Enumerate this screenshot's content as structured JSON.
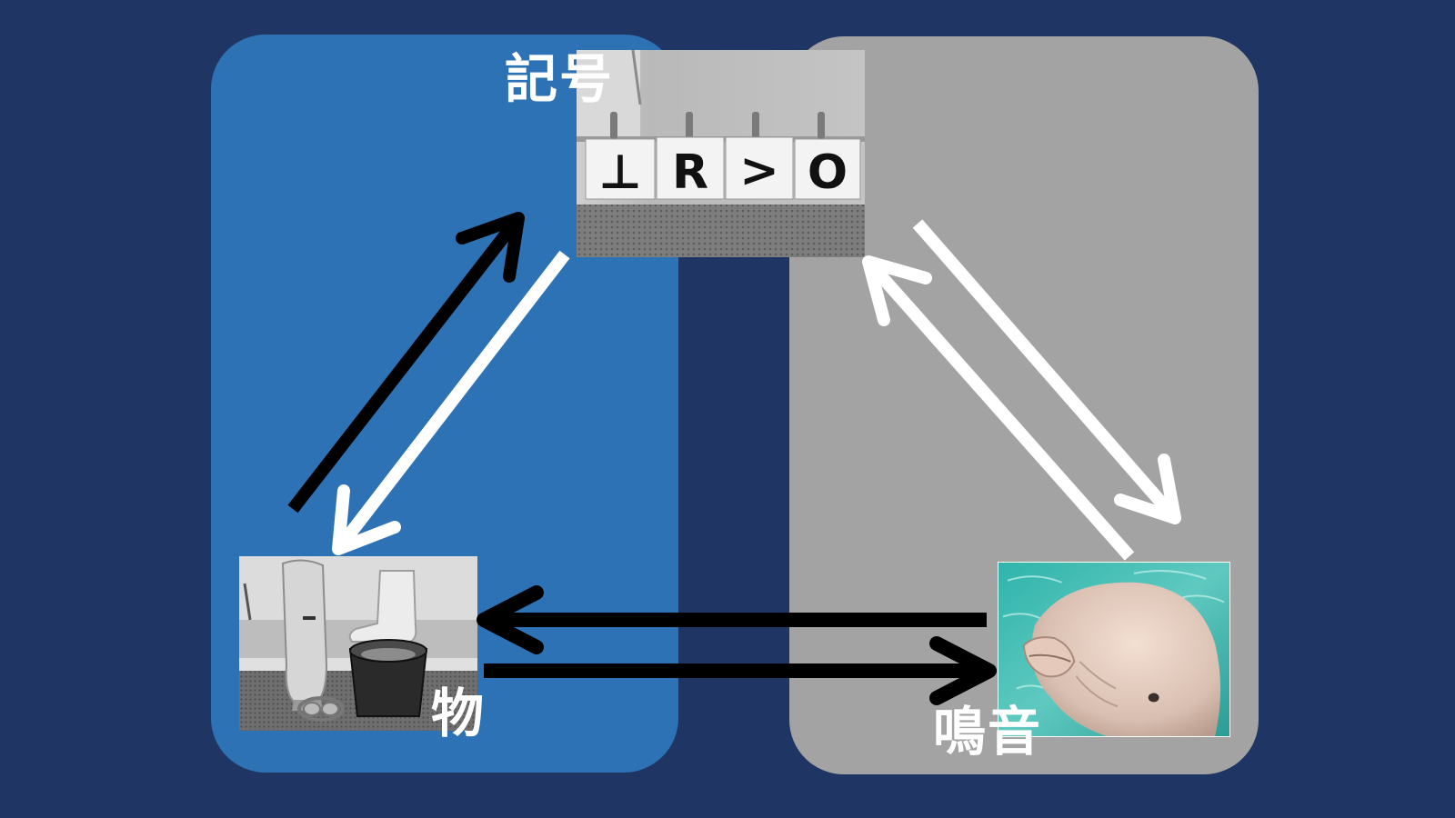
{
  "labels": {
    "symbol": "記号",
    "object": "物",
    "call": "鳴音"
  },
  "symbol_cards": [
    "⊥",
    "R",
    ">",
    "O"
  ],
  "colors": {
    "background": "#1f3664",
    "left_panel": "#2e72b6",
    "right_panel": "#a3a3a3",
    "arrow_black": "#000000",
    "arrow_white": "#ffffff"
  },
  "images": {
    "symbols": "symbol-cards-photo",
    "objects": "objects-photo",
    "beluga": "beluga-photo"
  }
}
